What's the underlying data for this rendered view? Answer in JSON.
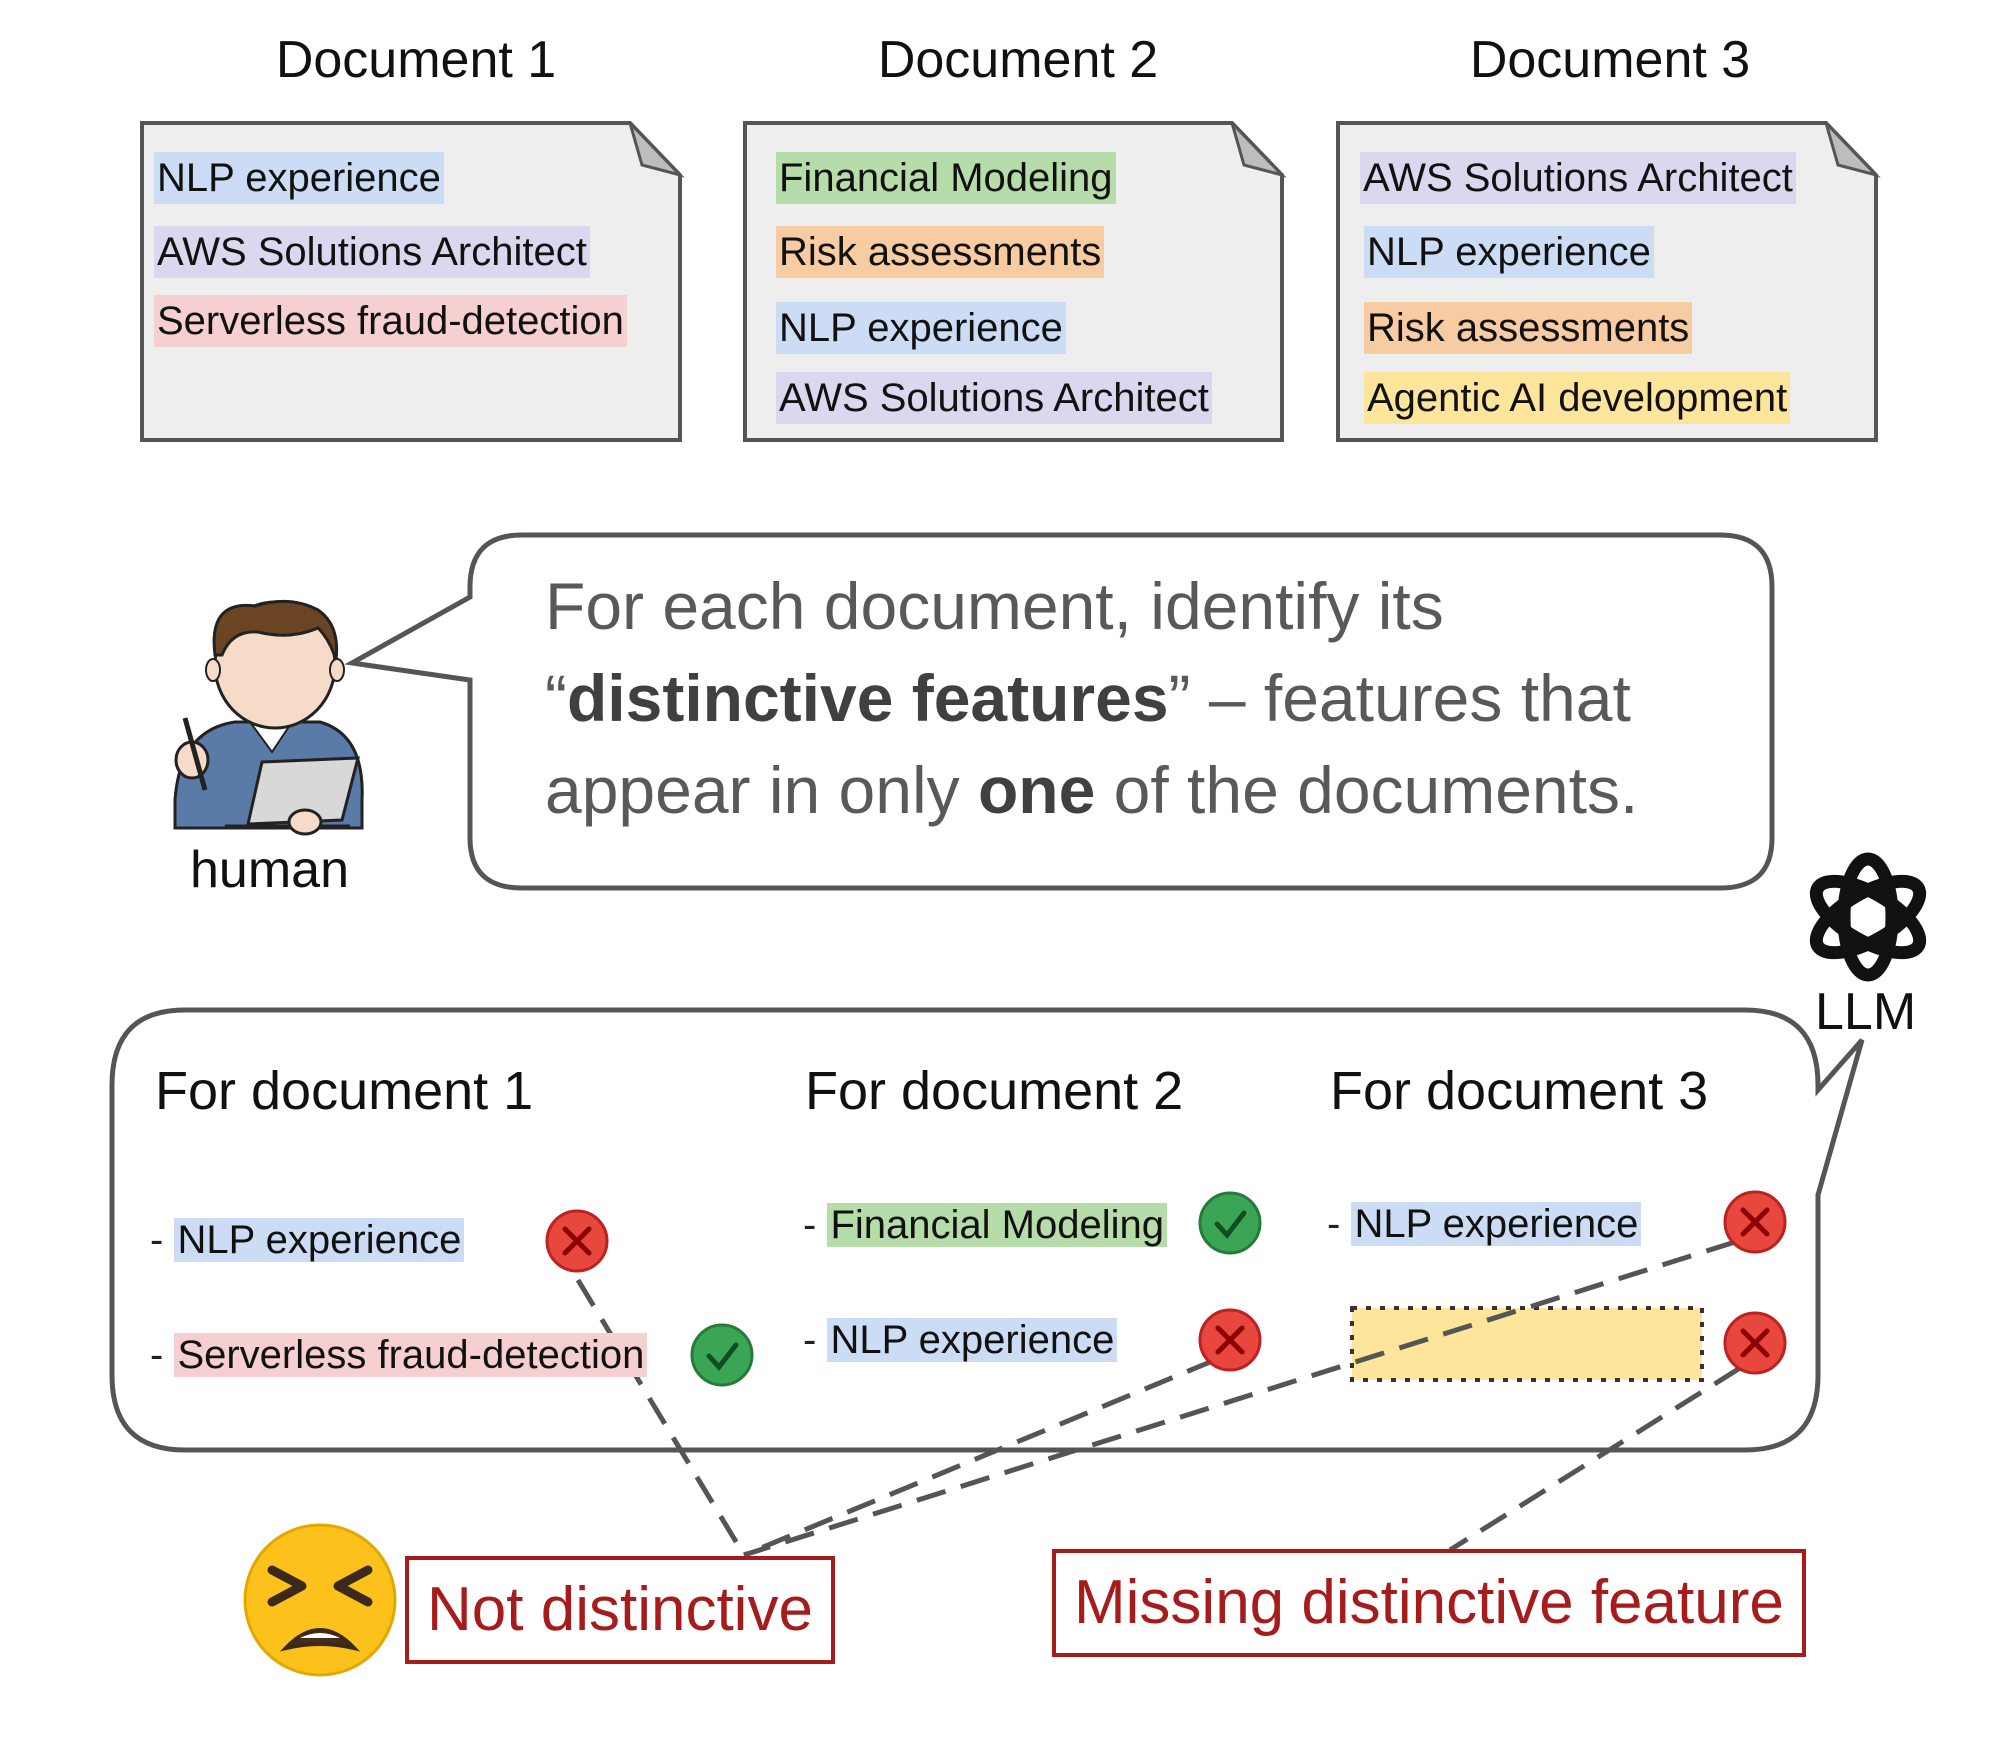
{
  "documents": [
    {
      "title": "Document 1",
      "features": [
        "NLP experience",
        "AWS Solutions Architect",
        "Serverless fraud-detection"
      ]
    },
    {
      "title": "Document 2",
      "features": [
        "Financial Modeling",
        "Risk assessments",
        "NLP experience",
        "AWS Solutions Architect"
      ]
    },
    {
      "title": "Document 3",
      "features": [
        "AWS Solutions Architect",
        "NLP experience",
        "Risk assessments",
        "Agentic AI development"
      ]
    }
  ],
  "human": {
    "label": "human",
    "prompt_part1": "For each document, identify its “",
    "prompt_bold1": "distinctive features",
    "prompt_part2": "” – features that appear in only ",
    "prompt_bold2": "one",
    "prompt_part3": " of the documents."
  },
  "llm": {
    "label": "LLM",
    "columns": [
      {
        "heading": "For document 1",
        "items": [
          {
            "text": "NLP experience",
            "correct": false
          },
          {
            "text": "Serverless fraud-detection",
            "correct": true
          }
        ]
      },
      {
        "heading": "For document 2",
        "items": [
          {
            "text": "Financial Modeling",
            "correct": true
          },
          {
            "text": "NLP experience",
            "correct": false
          }
        ]
      },
      {
        "heading": "For document 3",
        "items": [
          {
            "text": "NLP experience",
            "correct": false
          },
          {
            "text": "",
            "correct": false,
            "missing": true
          }
        ]
      }
    ]
  },
  "callouts": {
    "not_distinctive": "Not distinctive",
    "missing": "Missing distinctive feature"
  },
  "colors": {
    "nlp": "#cddcf5",
    "aws": "#dcd6ef",
    "serverless": "#f6d0d0",
    "financial": "#b6dcaa",
    "risk": "#f8cca2",
    "agentic": "#fde59c",
    "callout": "#a61c1c",
    "correct": "#3aa655",
    "wrong": "#e8473d"
  }
}
